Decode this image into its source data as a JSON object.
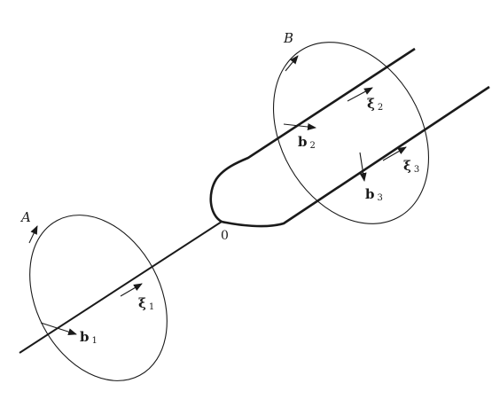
{
  "figure": {
    "loop_a_label": "A",
    "loop_b_label": "B",
    "node_label": "0",
    "vectors": [
      {
        "symbol": "b",
        "subscript": "1"
      },
      {
        "symbol": "ξ",
        "subscript": "1"
      },
      {
        "symbol": "b",
        "subscript": "2"
      },
      {
        "symbol": "ξ",
        "subscript": "2"
      },
      {
        "symbol": "b",
        "subscript": "3"
      },
      {
        "symbol": "ξ",
        "subscript": "3"
      }
    ]
  },
  "colors": {
    "line": "#1a1a1a",
    "background": "#ffffff"
  }
}
